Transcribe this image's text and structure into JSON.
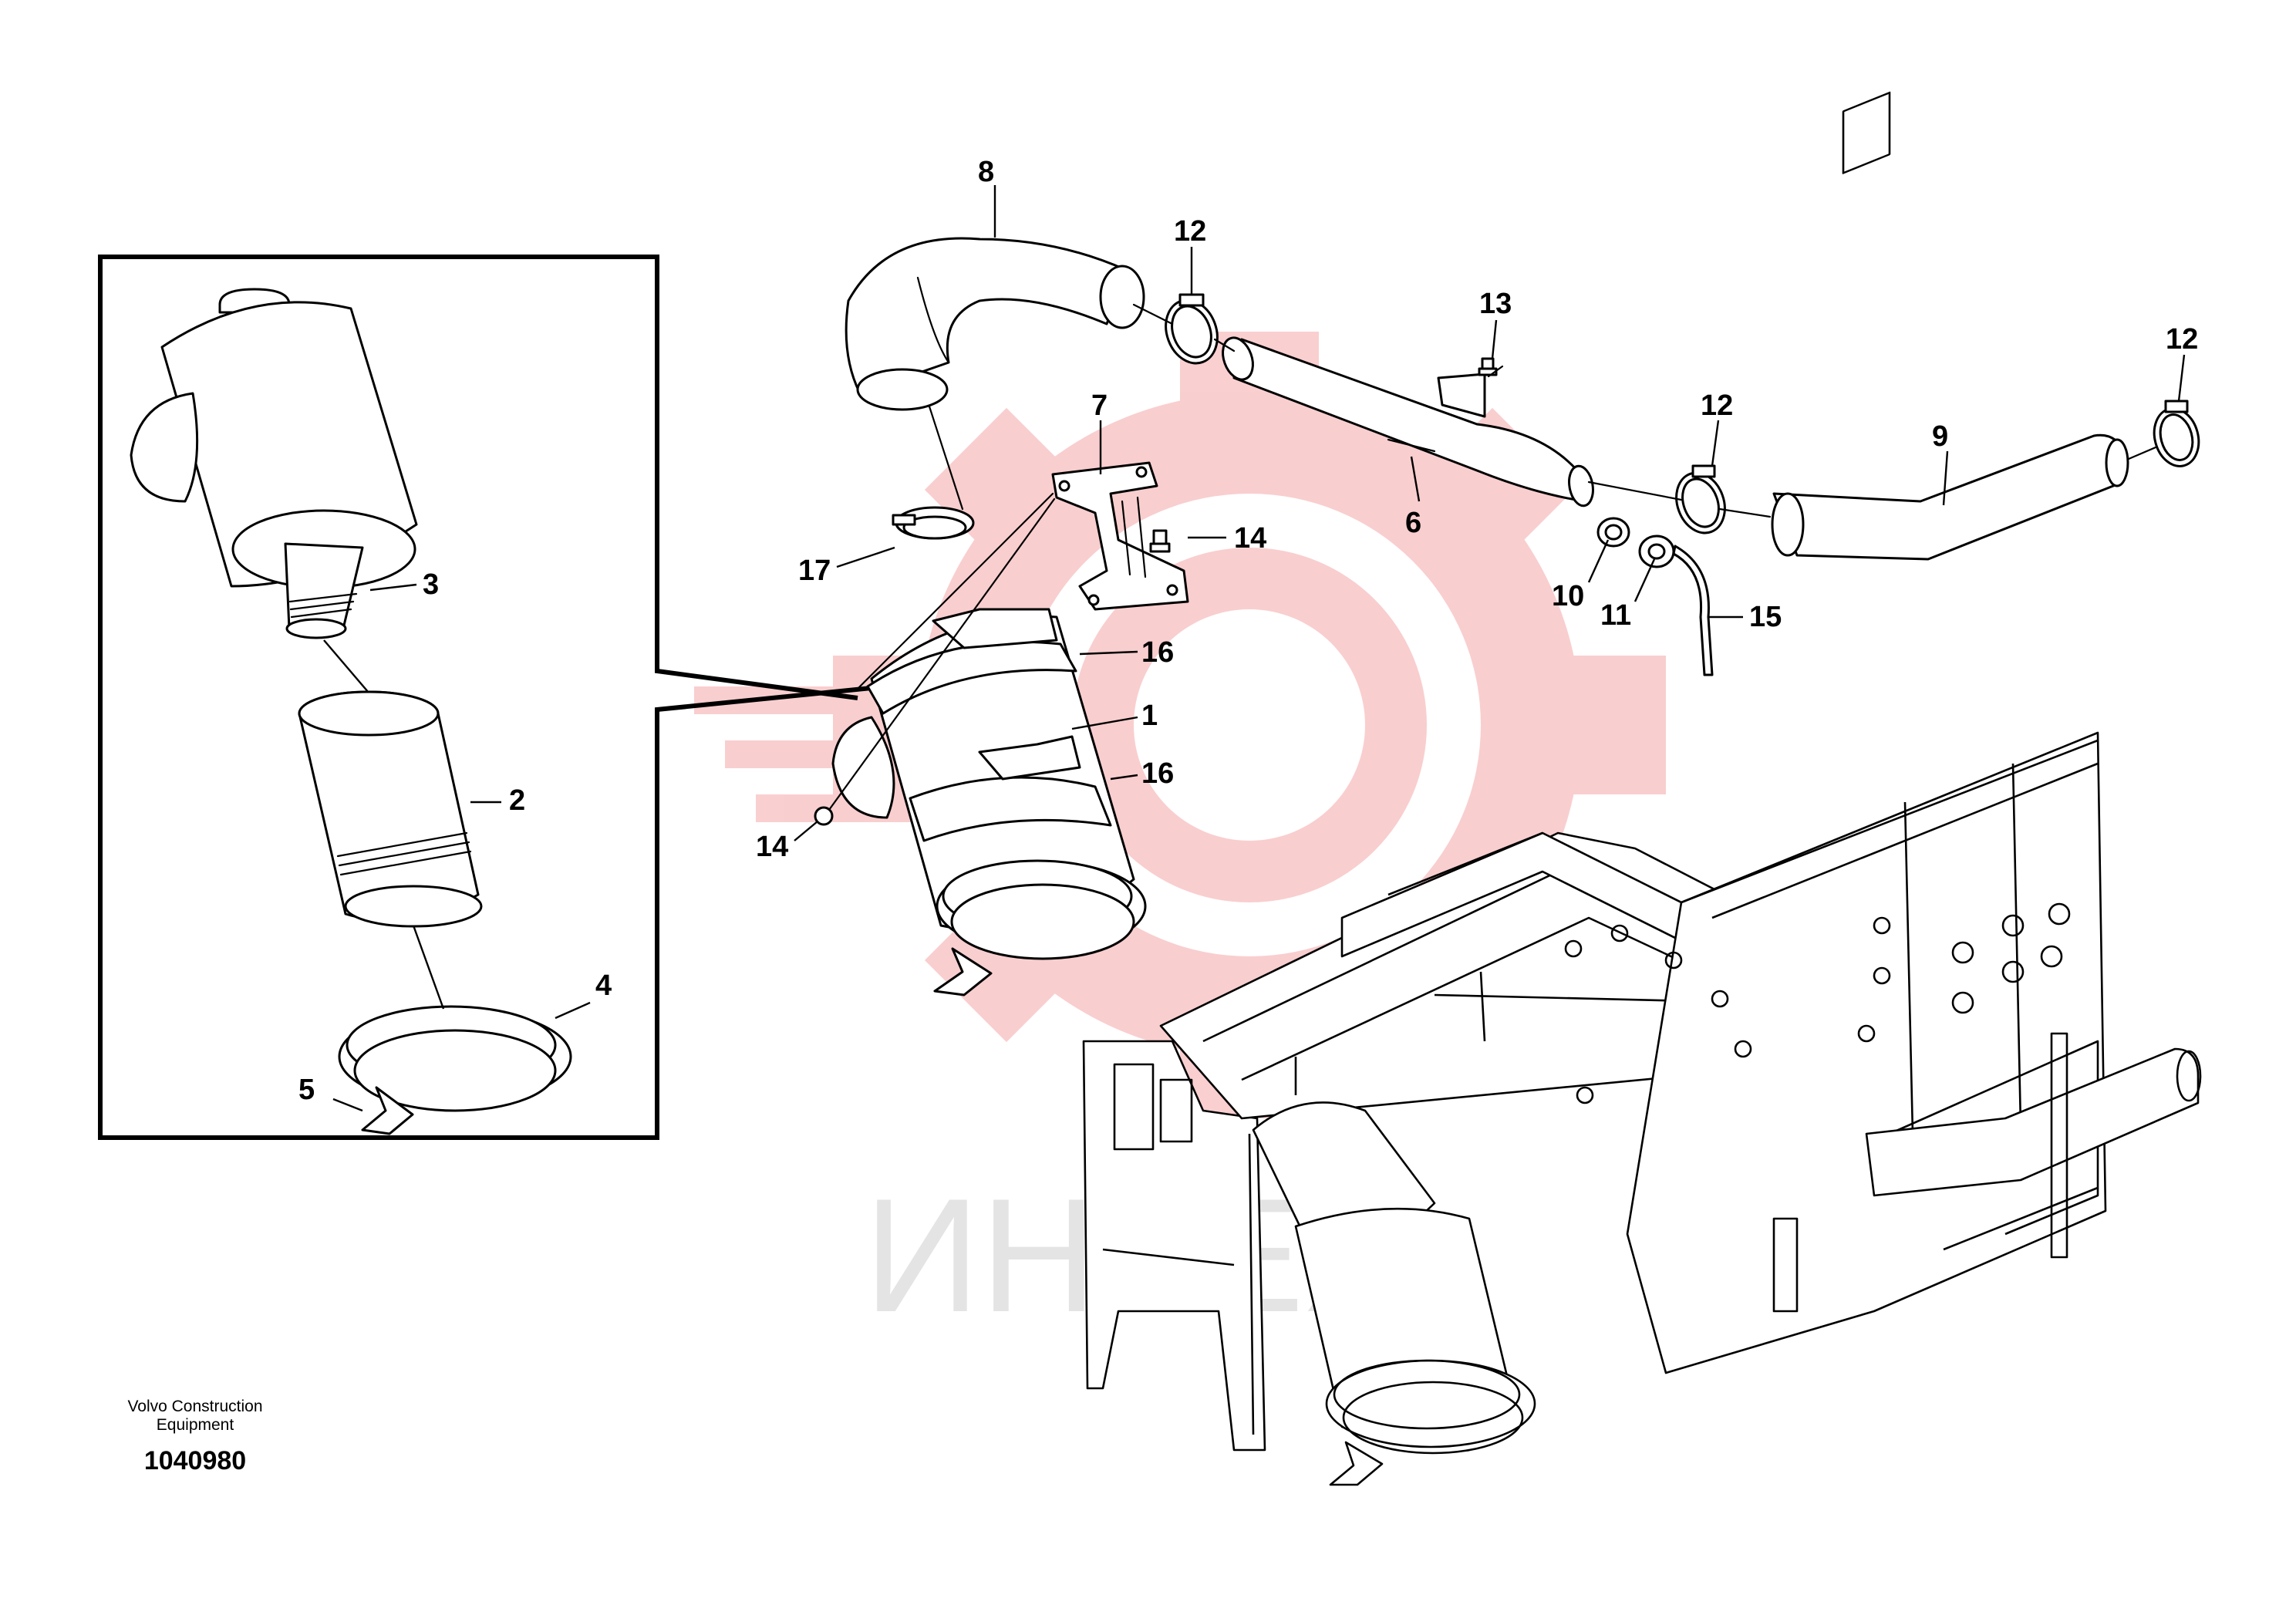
{
  "watermark": {
    "text": "ИНТЕХ",
    "gear_color": "#e8252b",
    "text_color": "#cfcfcf"
  },
  "manufacturer": {
    "line1": "Volvo Construction",
    "line2": "Equipment"
  },
  "drawing_number": "1040980",
  "callouts": {
    "c1": "1",
    "c2": "2",
    "c3": "3",
    "c4": "4",
    "c5": "5",
    "c6": "6",
    "c7": "7",
    "c8": "8",
    "c9": "9",
    "c10": "10",
    "c11": "11",
    "c12a": "12",
    "c12b": "12",
    "c12c": "12",
    "c13": "13",
    "c14a": "14",
    "c14b": "14",
    "c15": "15",
    "c16a": "16",
    "c16b": "16",
    "c17": "17"
  },
  "colors": {
    "line": "#000000",
    "background": "#ffffff"
  }
}
